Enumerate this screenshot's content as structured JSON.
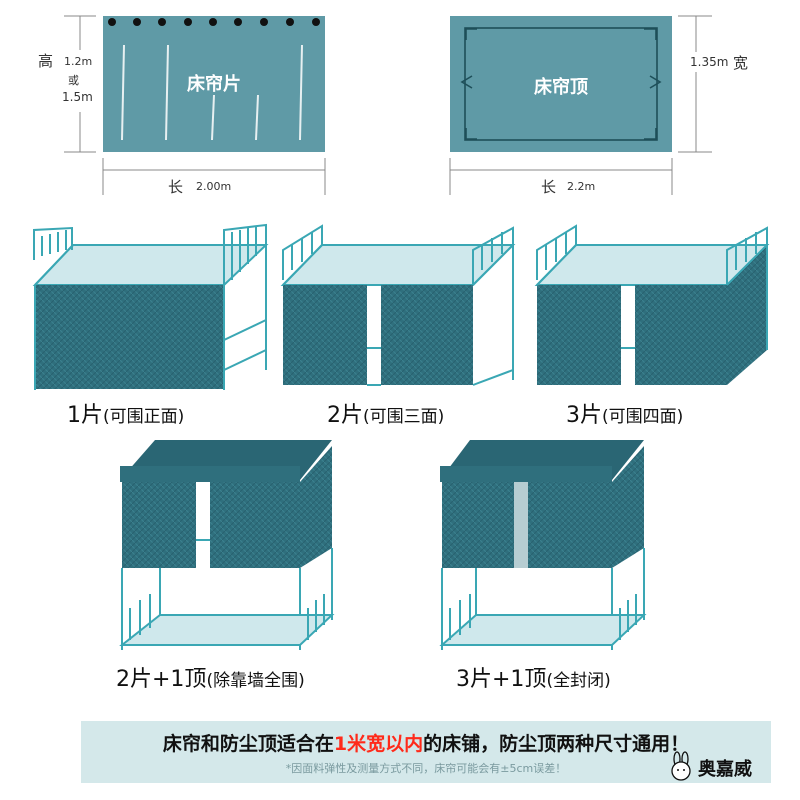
{
  "top": {
    "panel": {
      "label": "床帘片",
      "height_label": "高",
      "height_value_1": "1.2m",
      "height_or": "或",
      "height_value_2": "1.5m",
      "length_label": "长",
      "length_value": "2.00m"
    },
    "roof": {
      "label": "床帘顶",
      "width_value": "1.35m",
      "width_label": "宽",
      "length_label": "长",
      "length_value": "2.2m"
    }
  },
  "options": [
    {
      "main": "1片",
      "sub": "(可围正面)"
    },
    {
      "main": "2片",
      "sub": "(可围三面)"
    },
    {
      "main": "3片",
      "sub": "(可围四面)"
    },
    {
      "main": "2片+1顶",
      "sub": "(除靠墙全围)"
    },
    {
      "main": "3片+1顶",
      "sub": "(全封闭)"
    }
  ],
  "notice": {
    "line1_a": "床帘和防尘顶适合在",
    "line1_highlight": "1米宽以内",
    "line1_b": "的床铺，防尘顶两种尺寸通用！",
    "line2": "*因面料弹性及测量方式不同，床帘可能会有±5cm误差！"
  },
  "brand": {
    "name": "奥嘉威",
    "icon": "bunny-logo-icon"
  },
  "colors": {
    "fabric": "#2f6f7d",
    "panel": "#5f9aa6",
    "frame": "#3aa7b4",
    "highlight": "#ff2a1a",
    "notice_bg": "#d4e8ea"
  }
}
